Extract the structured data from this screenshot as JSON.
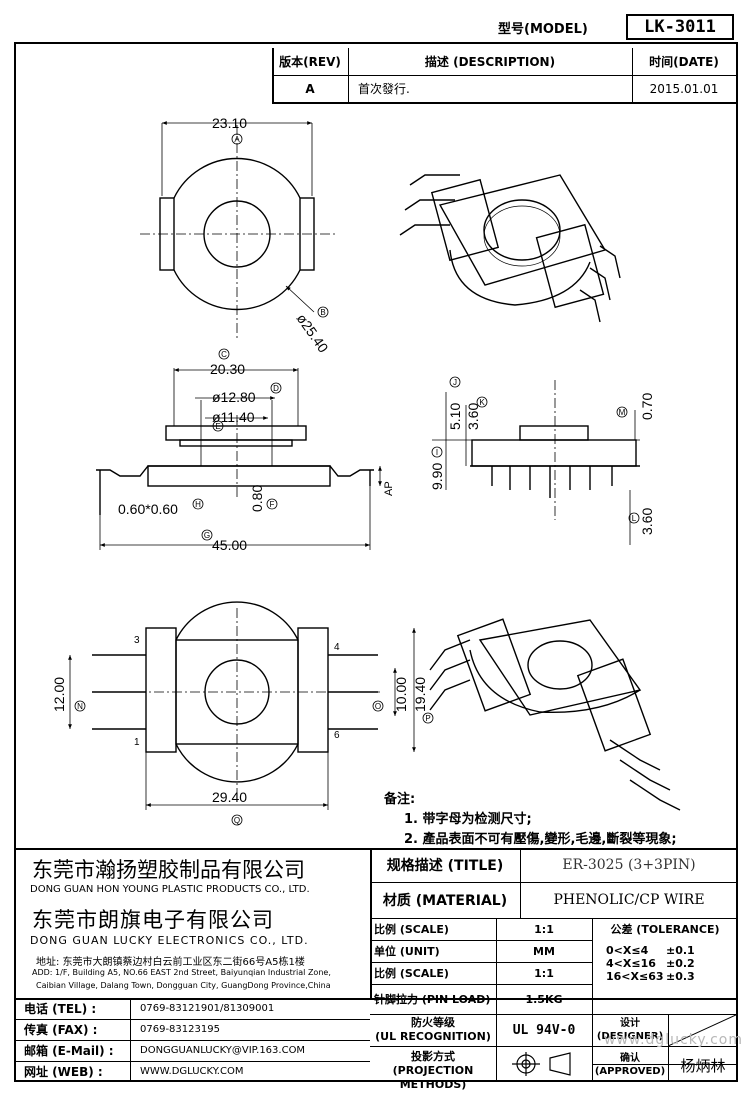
{
  "header": {
    "model_label": "型号(MODEL)",
    "model_value": "LK-3011",
    "rev_header": "版本(REV)",
    "desc_header": "描述 (DESCRIPTION)",
    "date_header": "时间(DATE)",
    "rev_value": "A",
    "desc_value": "首次發行.",
    "date_value": "2015.01.01"
  },
  "dimensions": {
    "a": "23.10",
    "b": "ø25.40",
    "c": "20.30",
    "d": "ø12.80",
    "e": "ø11.40",
    "f": "0.80",
    "g": "45.00",
    "h": "0.60*0.60",
    "i": "9.90",
    "j": "5.10",
    "k": "3.60",
    "l": "3.60",
    "m": "0.70",
    "n": "12.00",
    "o": "10.00",
    "p": "19.40",
    "q": "29.40",
    "ap": "AP"
  },
  "markers": [
    "A",
    "B",
    "C",
    "D",
    "E",
    "F",
    "G",
    "H",
    "I",
    "J",
    "K",
    "L",
    "M",
    "N",
    "O",
    "P",
    "Q"
  ],
  "pins": [
    "1",
    "3",
    "4",
    "6"
  ],
  "notes": {
    "title": "备注:",
    "items": [
      "1. 带字母为检测尺寸;",
      "2. 產品表面不可有壓傷,變形,毛邊,斷裂等現象;"
    ]
  },
  "company": {
    "name1_cn": "东莞市瀚扬塑胶制品有限公司",
    "name1_en": "DONG GUAN HON YOUNG PLASTIC PRODUCTS CO., LTD.",
    "name2_cn": "东莞市朗旗电子有限公司",
    "name2_en": "DONG GUAN LUCKY ELECTRONICS CO., LTD.",
    "address_cn": "地址: 东莞市大朗镇蔡边村白云前工业区东二街66号A5栋1楼",
    "address_en1": "ADD: 1/F, Building A5, NO.66 EAST 2nd Street, Baiyunqian Industrial Zone,",
    "address_en2": "Caibian Village, Dalang Town, Dongguan City, GuangDong Province,China"
  },
  "contacts": [
    {
      "label": "电话 (TEL) :",
      "value": "0769-83121901/81309001"
    },
    {
      "label": "传真 (FAX) :",
      "value": "0769-83123195"
    },
    {
      "label": "邮箱 (E-Mail) :",
      "value": "DONGGUANLUCKY@VIP.163.COM"
    },
    {
      "label": "网址 (WEB) :",
      "value": "WWW.DGLUCKY.COM"
    }
  ],
  "title_block": {
    "title_label": "规格描述 (TITLE)",
    "title_value": "ER-3025 (3+3PIN)",
    "material_label": "材质 (MATERIAL)",
    "material_value": "PHENOLIC/CP WIRE",
    "scale_label": "比例 (SCALE)",
    "scale_value": "1:1",
    "tolerance_label": "公差 (TOLERANCE)",
    "unit_label": "单位 (UNIT)",
    "unit_value": "MM",
    "scale2_label": "比例 (SCALE)",
    "scale2_value": "1:1",
    "pin_load_label": "针脚拉力 (PIN LOAD)",
    "pin_load_value": "1.5KG",
    "ul_label1": "防火等级",
    "ul_label2": "(UL RECOGNITION)",
    "ul_value": "UL 94V-0",
    "proj_label1": "投影方式",
    "proj_label2": "(PROJECTION METHODS)",
    "designer_label1": "设计",
    "designer_label2": "(DESIGNER)",
    "approved_label1": "确认",
    "approved_label2": "(APPROVED)",
    "approved_value": "杨炳林",
    "tolerances": [
      {
        "range": "0<X≤4",
        "value": "±0.1"
      },
      {
        "range": "4<X≤16",
        "value": "±0.2"
      },
      {
        "range": "16<X≤63",
        "value": "±0.3"
      }
    ]
  },
  "watermark": "www.dglucky.com"
}
